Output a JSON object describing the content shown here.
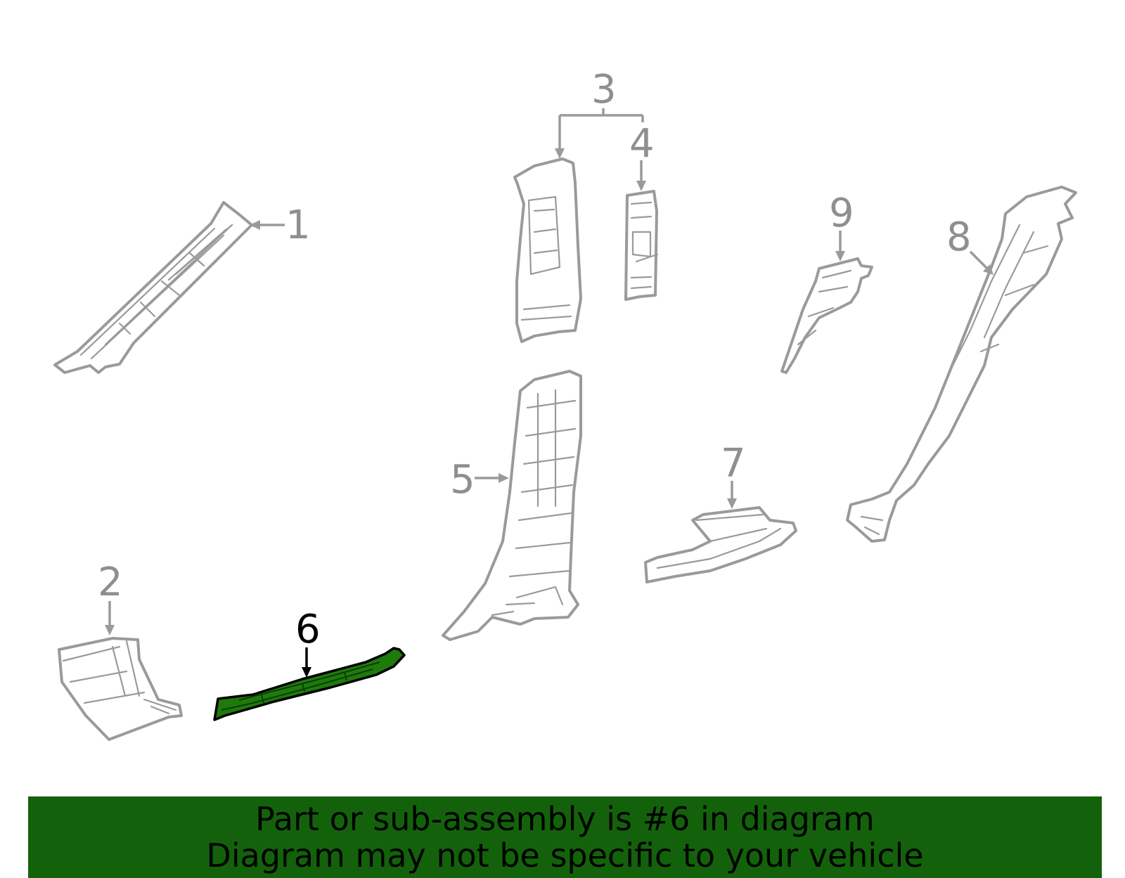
{
  "diagram": {
    "callouts": [
      {
        "id": "1",
        "label": "1"
      },
      {
        "id": "2",
        "label": "2"
      },
      {
        "id": "3",
        "label": "3"
      },
      {
        "id": "4",
        "label": "4"
      },
      {
        "id": "5",
        "label": "5"
      },
      {
        "id": "6",
        "label": "6",
        "highlighted": true
      },
      {
        "id": "7",
        "label": "7"
      },
      {
        "id": "8",
        "label": "8"
      },
      {
        "id": "9",
        "label": "9"
      }
    ],
    "highlight_color": "#1f7a0c",
    "line_color": "#9a9a9a"
  },
  "banner": {
    "line1": "Part or sub-assembly is #6 in diagram",
    "line2": "Diagram may not be specific to your vehicle",
    "background": "#13620b"
  }
}
